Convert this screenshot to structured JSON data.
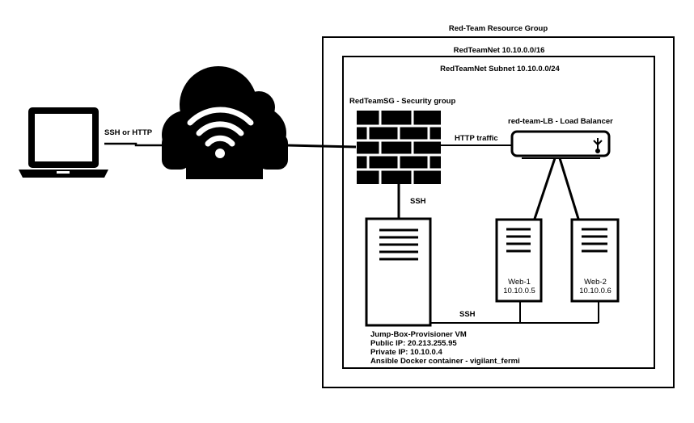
{
  "diagram": {
    "resource_group": "Red-Team Resource Group",
    "vnet": "RedTeamNet 10.10.0.0/16",
    "subnet": "RedTeamNet Subnet  10.10.0.0/24",
    "security_group": "RedTeamSG - Security group",
    "load_balancer": "red-team-LB -  Load Balancer",
    "edge_client_internet": "SSH or HTTP",
    "edge_sg_lb": "HTTP traffic",
    "edge_sg_jumpbox": "SSH",
    "edge_jumpbox_webs": "SSH",
    "web1": {
      "name": "Web-1",
      "ip": "10.10.0.5"
    },
    "web2": {
      "name": "Web-2",
      "ip": "10.10.0.6"
    },
    "jumpbox": {
      "name": "Jump-Box-Provisioner VM",
      "public_ip": "Public IP: 20.213.255.95",
      "private_ip": "Private IP: 10.10.0.4",
      "container": "Ansible Docker container -  vigilant_fermi"
    },
    "icons": [
      "laptop-icon",
      "cloud-wifi-icon",
      "firewall-icon",
      "load-balancer-icon",
      "server-icon"
    ]
  },
  "colors": {
    "stroke": "#000000",
    "background": "#ffffff"
  }
}
